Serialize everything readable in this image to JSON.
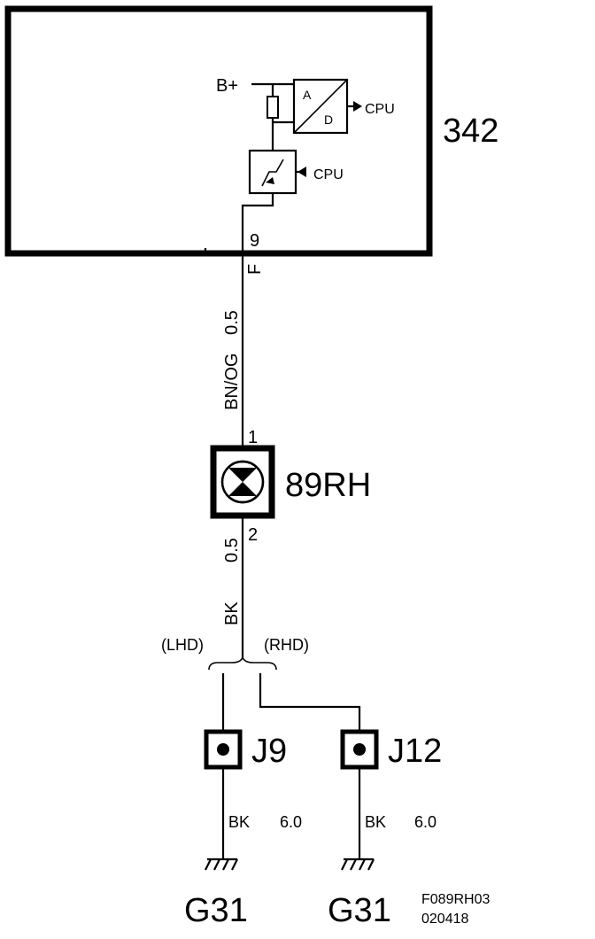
{
  "module": {
    "id": "342",
    "supply_label": "B+",
    "adc_label_a": "A",
    "adc_label_d": "D",
    "cpu_label_output": "CPU",
    "cpu_label_input": "CPU",
    "pin_number": "9",
    "connector_letter": "F"
  },
  "wire_upper": {
    "color_code": "BN/OG",
    "gauge": "0.5"
  },
  "bulb": {
    "id": "89RH",
    "pin_top": "1",
    "pin_bottom": "2"
  },
  "wire_lower": {
    "color_code": "BK",
    "gauge": "0.5"
  },
  "branches": {
    "left_label": "(LHD)",
    "right_label": "(RHD)"
  },
  "splices": [
    {
      "id": "J9",
      "wire_color": "BK",
      "wire_gauge": "6.0",
      "ground": "G31"
    },
    {
      "id": "J12",
      "wire_color": "BK",
      "wire_gauge": "6.0",
      "ground": "G31"
    }
  ],
  "drawing_ref": {
    "code": "F089RH03",
    "date": "020418"
  }
}
